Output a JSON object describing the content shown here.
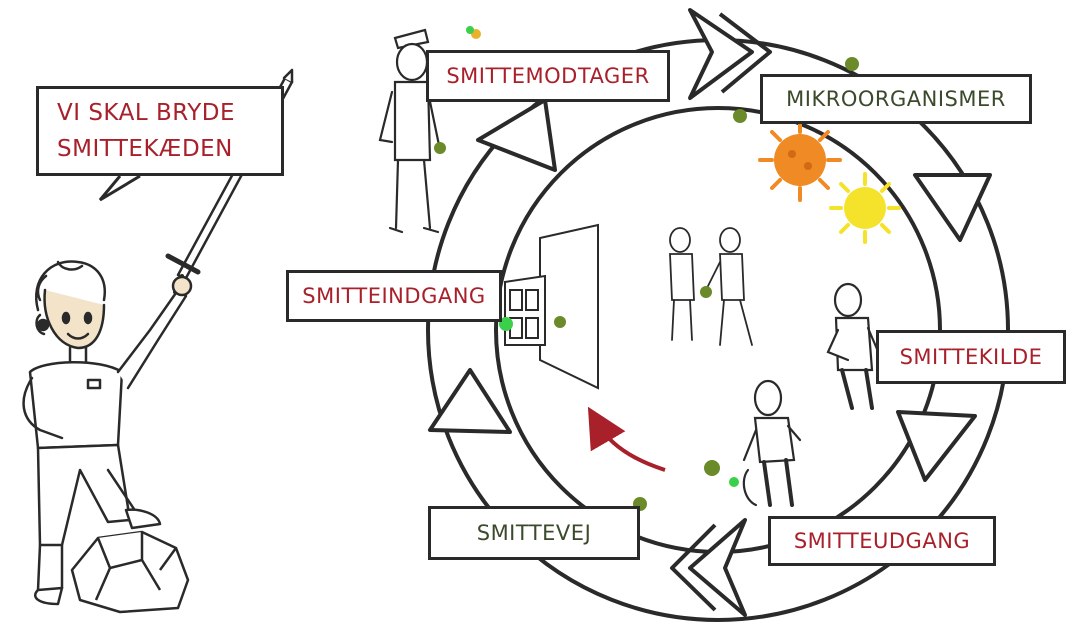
{
  "speech_bubble": {
    "line1": "VI SKAL BRYDE",
    "line2": "SMITTEKÆDEN"
  },
  "cycle_stages": [
    {
      "label": "SMITTEMODTAGER",
      "color": "#a8202a"
    },
    {
      "label": "MIKROORGANISMER",
      "color": "#3a4a2a"
    },
    {
      "label": "SMITTEKILDE",
      "color": "#a8202a"
    },
    {
      "label": "SMITTEUDGANG",
      "color": "#a8202a"
    },
    {
      "label": "SMITTEVEJ",
      "color": "#3a4a2a"
    },
    {
      "label": "SMITTEINDGANG",
      "color": "#a8202a"
    }
  ],
  "colors": {
    "outline": "#2a2a2a",
    "accent_red": "#a8202a",
    "virus_orange": "#f08a24",
    "virus_yellow": "#f5e22a",
    "virus_green": "#6b8a2a",
    "skin": "#f3e3c8"
  },
  "icons": [
    "woman-with-sword",
    "rock",
    "virus-orange",
    "virus-yellow",
    "virus-green",
    "door",
    "people-icons",
    "red-arrow"
  ]
}
